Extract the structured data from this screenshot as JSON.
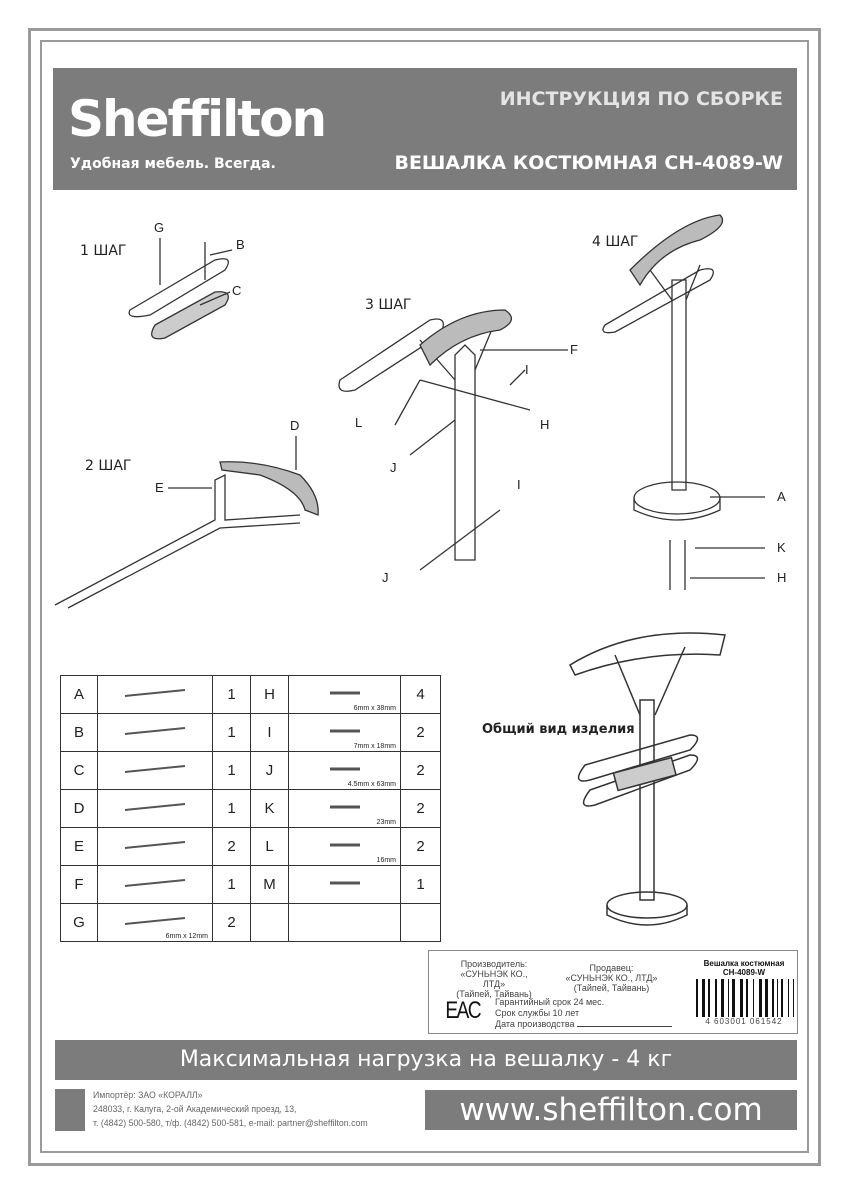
{
  "header": {
    "brand": "Sheffilton",
    "slogan": "Удобная мебель. Всегда.",
    "title": "ИНСТРУКЦИЯ ПО СБОРКЕ",
    "product": "ВЕШАЛКА КОСТЮМНАЯ CH-4089-W"
  },
  "steps": {
    "s1": "1 ШАГ",
    "s2": "2 ШАГ",
    "s3": "3 ШАГ",
    "s4": "4 ШАГ"
  },
  "callouts": {
    "G": "G",
    "B": "B",
    "C": "C",
    "D": "D",
    "E": "E",
    "F": "F",
    "I": "I",
    "L": "L",
    "H": "H",
    "J": "J",
    "I2": "I",
    "J2": "J",
    "A": "A",
    "K": "K",
    "H2": "H"
  },
  "overview_label": "Общий вид изделия",
  "parts": [
    {
      "l": "A",
      "n": "1",
      "l2": "H",
      "s2": "6mm x 38mm",
      "n2": "4"
    },
    {
      "l": "B",
      "n": "1",
      "l2": "I",
      "s2": "7mm x 18mm",
      "n2": "2"
    },
    {
      "l": "C",
      "n": "1",
      "l2": "J",
      "s2": "4.5mm x 63mm",
      "n2": "2"
    },
    {
      "l": "D",
      "n": "1",
      "l2": "K",
      "s2": "23mm",
      "n2": "2"
    },
    {
      "l": "E",
      "n": "2",
      "l2": "L",
      "s2": "16mm",
      "n2": "2"
    },
    {
      "l": "F",
      "n": "1",
      "l2": "M",
      "s2": "",
      "n2": "1"
    },
    {
      "l": "G",
      "s": "6mm x 12mm",
      "n": "2"
    }
  ],
  "info": {
    "maker_label": "Производитель:",
    "maker": "«СУНЬНЭК КО., ЛТД»",
    "maker_loc": "(Тайпей, Тайвань)",
    "seller_label": "Продавец:",
    "seller": "«СУНЬНЭК КО., ЛТД»",
    "seller_loc": "(Тайпей, Тайвань)",
    "eac": "EAC",
    "warranty": "Гарантийный срок 24 мес.",
    "service": "Срок службы 10 лет",
    "date": "Дата производства",
    "prod_name": "Вешалка костюмная",
    "prod_code": "CH-4089-W",
    "barcode": "4 603001 061542"
  },
  "load": "Максимальная нагрузка на вешалку - 4 кг",
  "footer": {
    "l1": "Импортёр: ЗАО «КОРАЛЛ»",
    "l2": "248033, г. Калуга, 2-ой Академический проезд, 13,",
    "l3": "т. (4842) 500-580, т/ф. (4842) 500-581, e-mail: partner@sheffilton.com",
    "web": "www.sheffilton.com"
  }
}
